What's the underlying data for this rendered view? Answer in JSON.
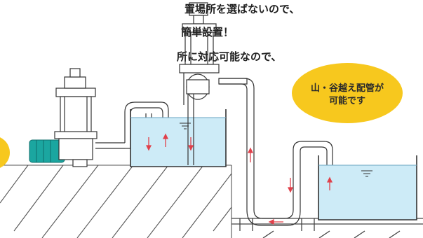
{
  "headline": {
    "line1": "置場所を選ばないので、",
    "line2": "簡単設置！",
    "line3": "所に対応可能なので、"
  },
  "callout": {
    "line1": "山・谷越え配管が",
    "line2": "可能です"
  },
  "colors": {
    "bubble": "#F7C81E",
    "water": "#CDEBF7",
    "motor": "#1BA6A0",
    "line": "#3a3a3a",
    "flow_arrow": "#E0404A"
  }
}
